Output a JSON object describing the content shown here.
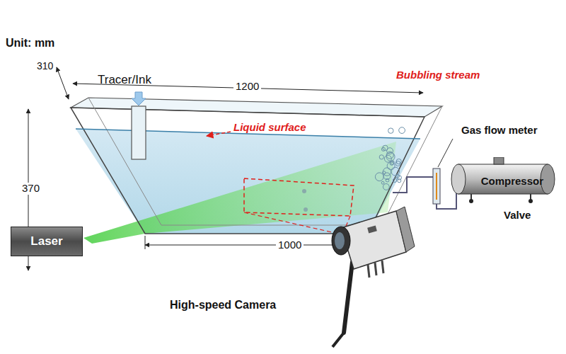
{
  "diagram": {
    "nodes": [
      {
        "text": [
          "Laser"
        ]
      },
      {
        "text": [
          "Compressor"
        ]
      }
    ],
    "labels": [
      "Unit: mm",
      "310",
      "Tracer/Ink",
      "1200",
      "Bubbling stream",
      "Liquid surface",
      "Gas flow meter",
      "370",
      "1000",
      "Valve",
      "High-speed Camera"
    ]
  }
}
